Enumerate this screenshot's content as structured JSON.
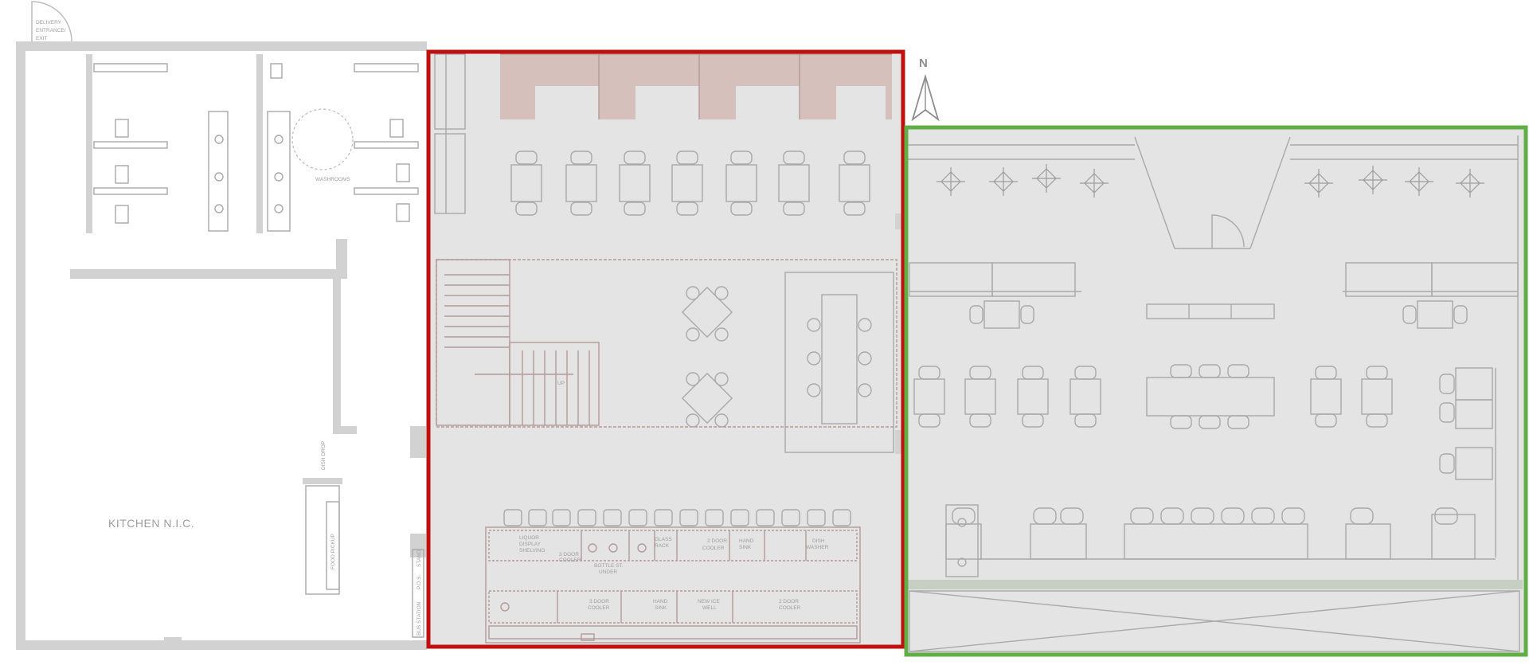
{
  "labels": {
    "delivery_1": "DELIVERY",
    "delivery_2": "ENTRANCE/",
    "delivery_3": "EXIT",
    "washrooms": "WASHROOMS",
    "kitchen": "KITCHEN N.I.C.",
    "dish_drop": "DISH DROP",
    "food_pickup": "FOOD PICKUP",
    "bus_station": "BUS STATION",
    "pos": "P.O.S.",
    "stand": "STAND",
    "up": "UP",
    "north": "N"
  },
  "bar_labels": {
    "liquor_1": "LIQUOR",
    "liquor_2": "DISPLAY",
    "liquor_3": "SHELVING",
    "three_door_a_1": "3 DOOR",
    "three_door_a_2": "COOLER",
    "glass_rack_1": "GLASS",
    "glass_rack_2": "RACK",
    "two_door_a_1": "2 DOOR",
    "two_door_a_2": "COOLER",
    "hand_sink_a_1": "HAND",
    "hand_sink_a_2": "SINK",
    "dish_washer_1": "DISH",
    "dish_washer_2": "WASHER",
    "bottle_1": "BOTTLE ST.",
    "bottle_2": "UNDER",
    "three_door_b_1": "3 DOOR",
    "three_door_b_2": "COOLER",
    "hand_sink_b_1": "HAND",
    "hand_sink_b_2": "SINK",
    "ice_well_1": "NEW ICE",
    "ice_well_2": "WELL",
    "two_door_b_1": "2 DOOR",
    "two_door_b_2": "COOLER"
  },
  "colors": {
    "highlight_red": "#c00f0f",
    "highlight_green": "#5fae47",
    "wall": "#d2d2d2",
    "floor": "#e4e4e4",
    "line": "#a9a9a9",
    "booth": "#c9a29a"
  }
}
